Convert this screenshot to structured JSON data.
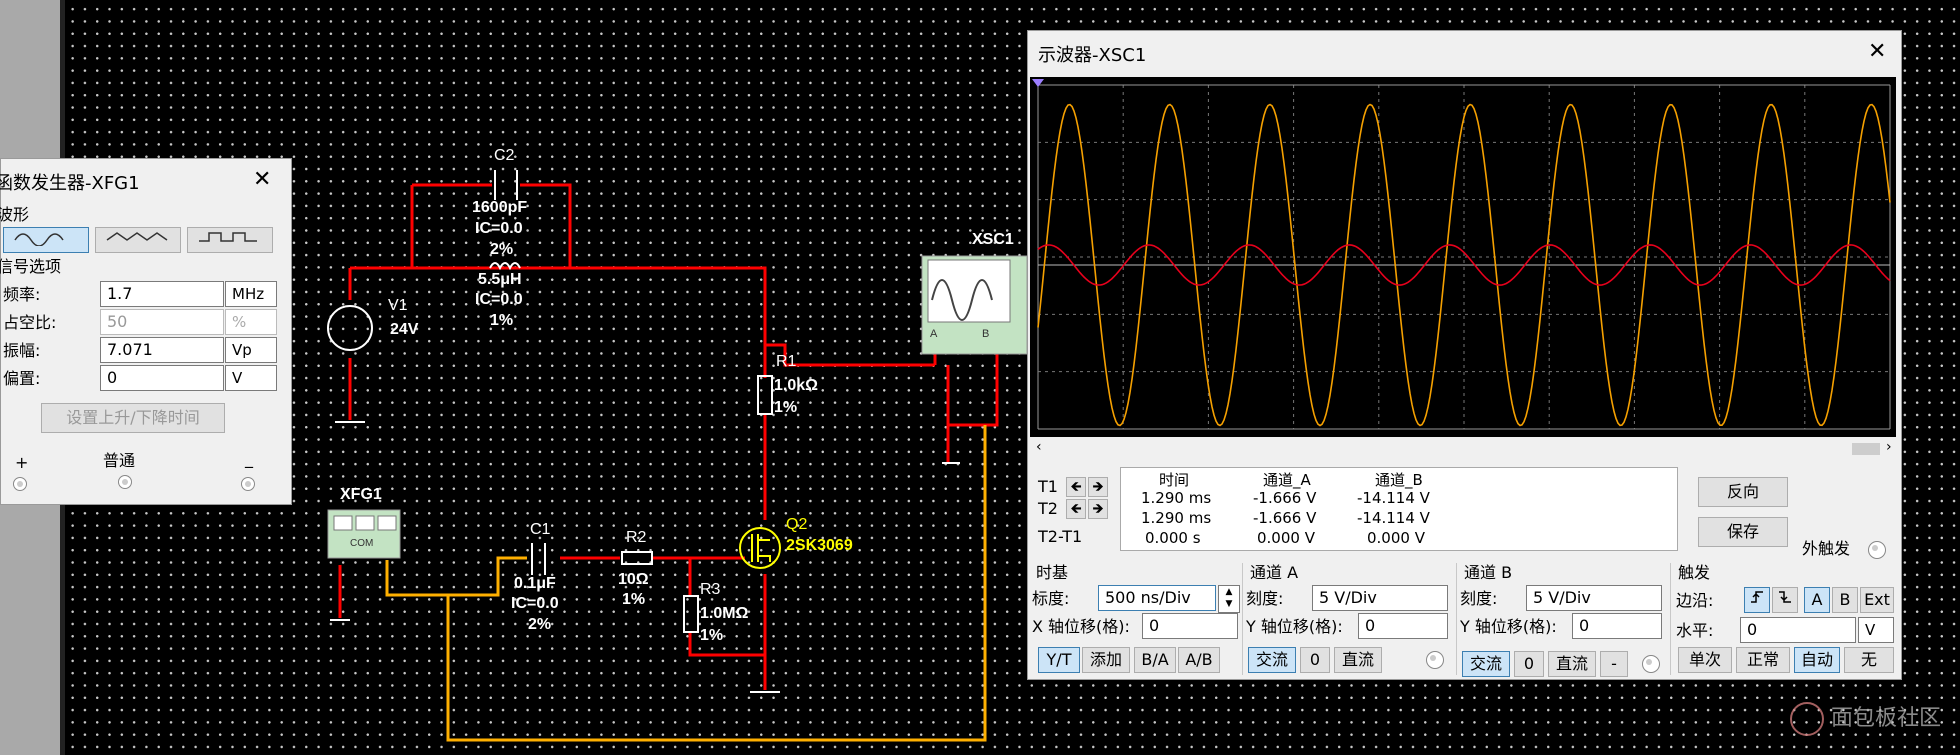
{
  "circuit": {
    "c2": {
      "name": "C2",
      "value": "1600pF",
      "ic": "IC=0.0",
      "tol": "2%"
    },
    "l1": {
      "value": "5.5μH",
      "ic": "IC=0.0",
      "tol": "1%"
    },
    "v1": {
      "name": "V1",
      "value": "24V"
    },
    "r1": {
      "name": "R1",
      "value": "1.0kΩ",
      "tol": "1%"
    },
    "xsc1": {
      "name": "XSC1",
      "a": "A",
      "b": "B"
    },
    "q2": {
      "name": "Q2",
      "model": "2SK3069"
    },
    "c1": {
      "name": "C1",
      "value": "0.1μF",
      "ic": "IC=0.0",
      "tol": "2%"
    },
    "r2": {
      "name": "R2",
      "value": "10Ω",
      "tol": "1%"
    },
    "r3": {
      "name": "R3",
      "value": "1.0MΩ",
      "tol": "1%"
    },
    "xfg1": {
      "name": "XFG1",
      "com": "COM"
    }
  },
  "fg": {
    "title": "函数发生器-XFG1",
    "waveform_label": "波形",
    "signal_label": "信号选项",
    "freq_label": "频率:",
    "freq_value": "1.7",
    "freq_unit": "MHz",
    "duty_label": "占空比:",
    "duty_value": "50",
    "duty_unit": "%",
    "amp_label": "振幅:",
    "amp_value": "7.071",
    "amp_unit": "Vp",
    "offset_label": "偏置:",
    "offset_value": "0",
    "offset_unit": "V",
    "rise_button": "设置上升/下降时间",
    "plus": "+",
    "normal": "普通",
    "minus": "_"
  },
  "osc": {
    "title": "示波器-XSC1",
    "cursor_headers": {
      "time": "时间",
      "cha": "通道_A",
      "chb": "通道_B"
    },
    "t1": {
      "label": "T1",
      "time": "1.290 ms",
      "a": "-1.666 V",
      "b": "-14.114 V"
    },
    "t2": {
      "label": "T2",
      "time": "1.290 ms",
      "a": "-1.666 V",
      "b": "-14.114 V"
    },
    "dt": {
      "label": "T2-T1",
      "time": "0.000 s",
      "a": "0.000 V",
      "b": "0.000 V"
    },
    "reverse_button": "反向",
    "save_button": "保存",
    "ext_trigger_label": "外触发",
    "timebase": {
      "title": "时基",
      "scale_label": "标度:",
      "scale_value": "500 ns/Div",
      "xpos_label": "X 轴位移(格):",
      "xpos_value": "0",
      "yt": "Y/T",
      "add": "添加",
      "ba": "B/A",
      "ab": "A/B"
    },
    "cha": {
      "title": "通道 A",
      "scale_label": "刻度:",
      "scale_value": "5  V/Div",
      "ypos_label": "Y 轴位移(格):",
      "ypos_value": "0",
      "ac": "交流",
      "zero": "0",
      "dc": "直流"
    },
    "chb": {
      "title": "通道 B",
      "scale_label": "刻度:",
      "scale_value": "5  V/Div",
      "ypos_label": "Y 轴位移(格):",
      "ypos_value": "0",
      "ac": "交流",
      "zero": "0",
      "dc": "直流",
      "minus": "-"
    },
    "trigger": {
      "title": "触发",
      "edge_label": "边沿:",
      "a": "A",
      "b": "B",
      "ext": "Ext",
      "level_label": "水平:",
      "level_value": "0",
      "level_unit": "V",
      "single": "单次",
      "normal": "正常",
      "auto": "自动",
      "none": "无"
    },
    "colors": {
      "channel_a": "#e8001c",
      "channel_b": "#f5a000",
      "screen": "#000000"
    },
    "waveform": {
      "a_amplitude_div": 0.35,
      "b_amplitude_div": 2.8,
      "frequency": "1.7 MHz"
    }
  },
  "watermark": "面包板社区"
}
